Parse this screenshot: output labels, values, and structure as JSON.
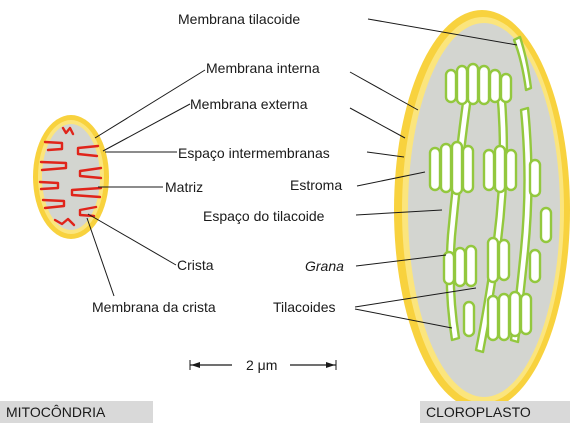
{
  "colors": {
    "outer_membrane": "#f8d23e",
    "inner_fill": "#d3d5d0",
    "cristae": "#e0241a",
    "thylakoid": "#93c83e",
    "thylakoid_fill": "#ffffff"
  },
  "labels": {
    "membrana_tilacoide": "Membrana tilacoide",
    "membrana_interna": "Membrana interna",
    "membrana_externa": "Membrana externa",
    "espaco_intermembranas": "Espaço intermembranas",
    "matriz": "Matriz",
    "estroma": "Estroma",
    "espaco_tilacoide": "Espaço do tilacoide",
    "crista": "Crista",
    "grana": "Grana",
    "membrana_crista": "Membrana da crista",
    "tilacoides": "Tilacoides"
  },
  "scale_bar": {
    "label": "2 μm"
  },
  "organelles": {
    "mitochondrion": "MITOCÔNDRIA",
    "chloroplast": "CLOROPLASTO"
  }
}
